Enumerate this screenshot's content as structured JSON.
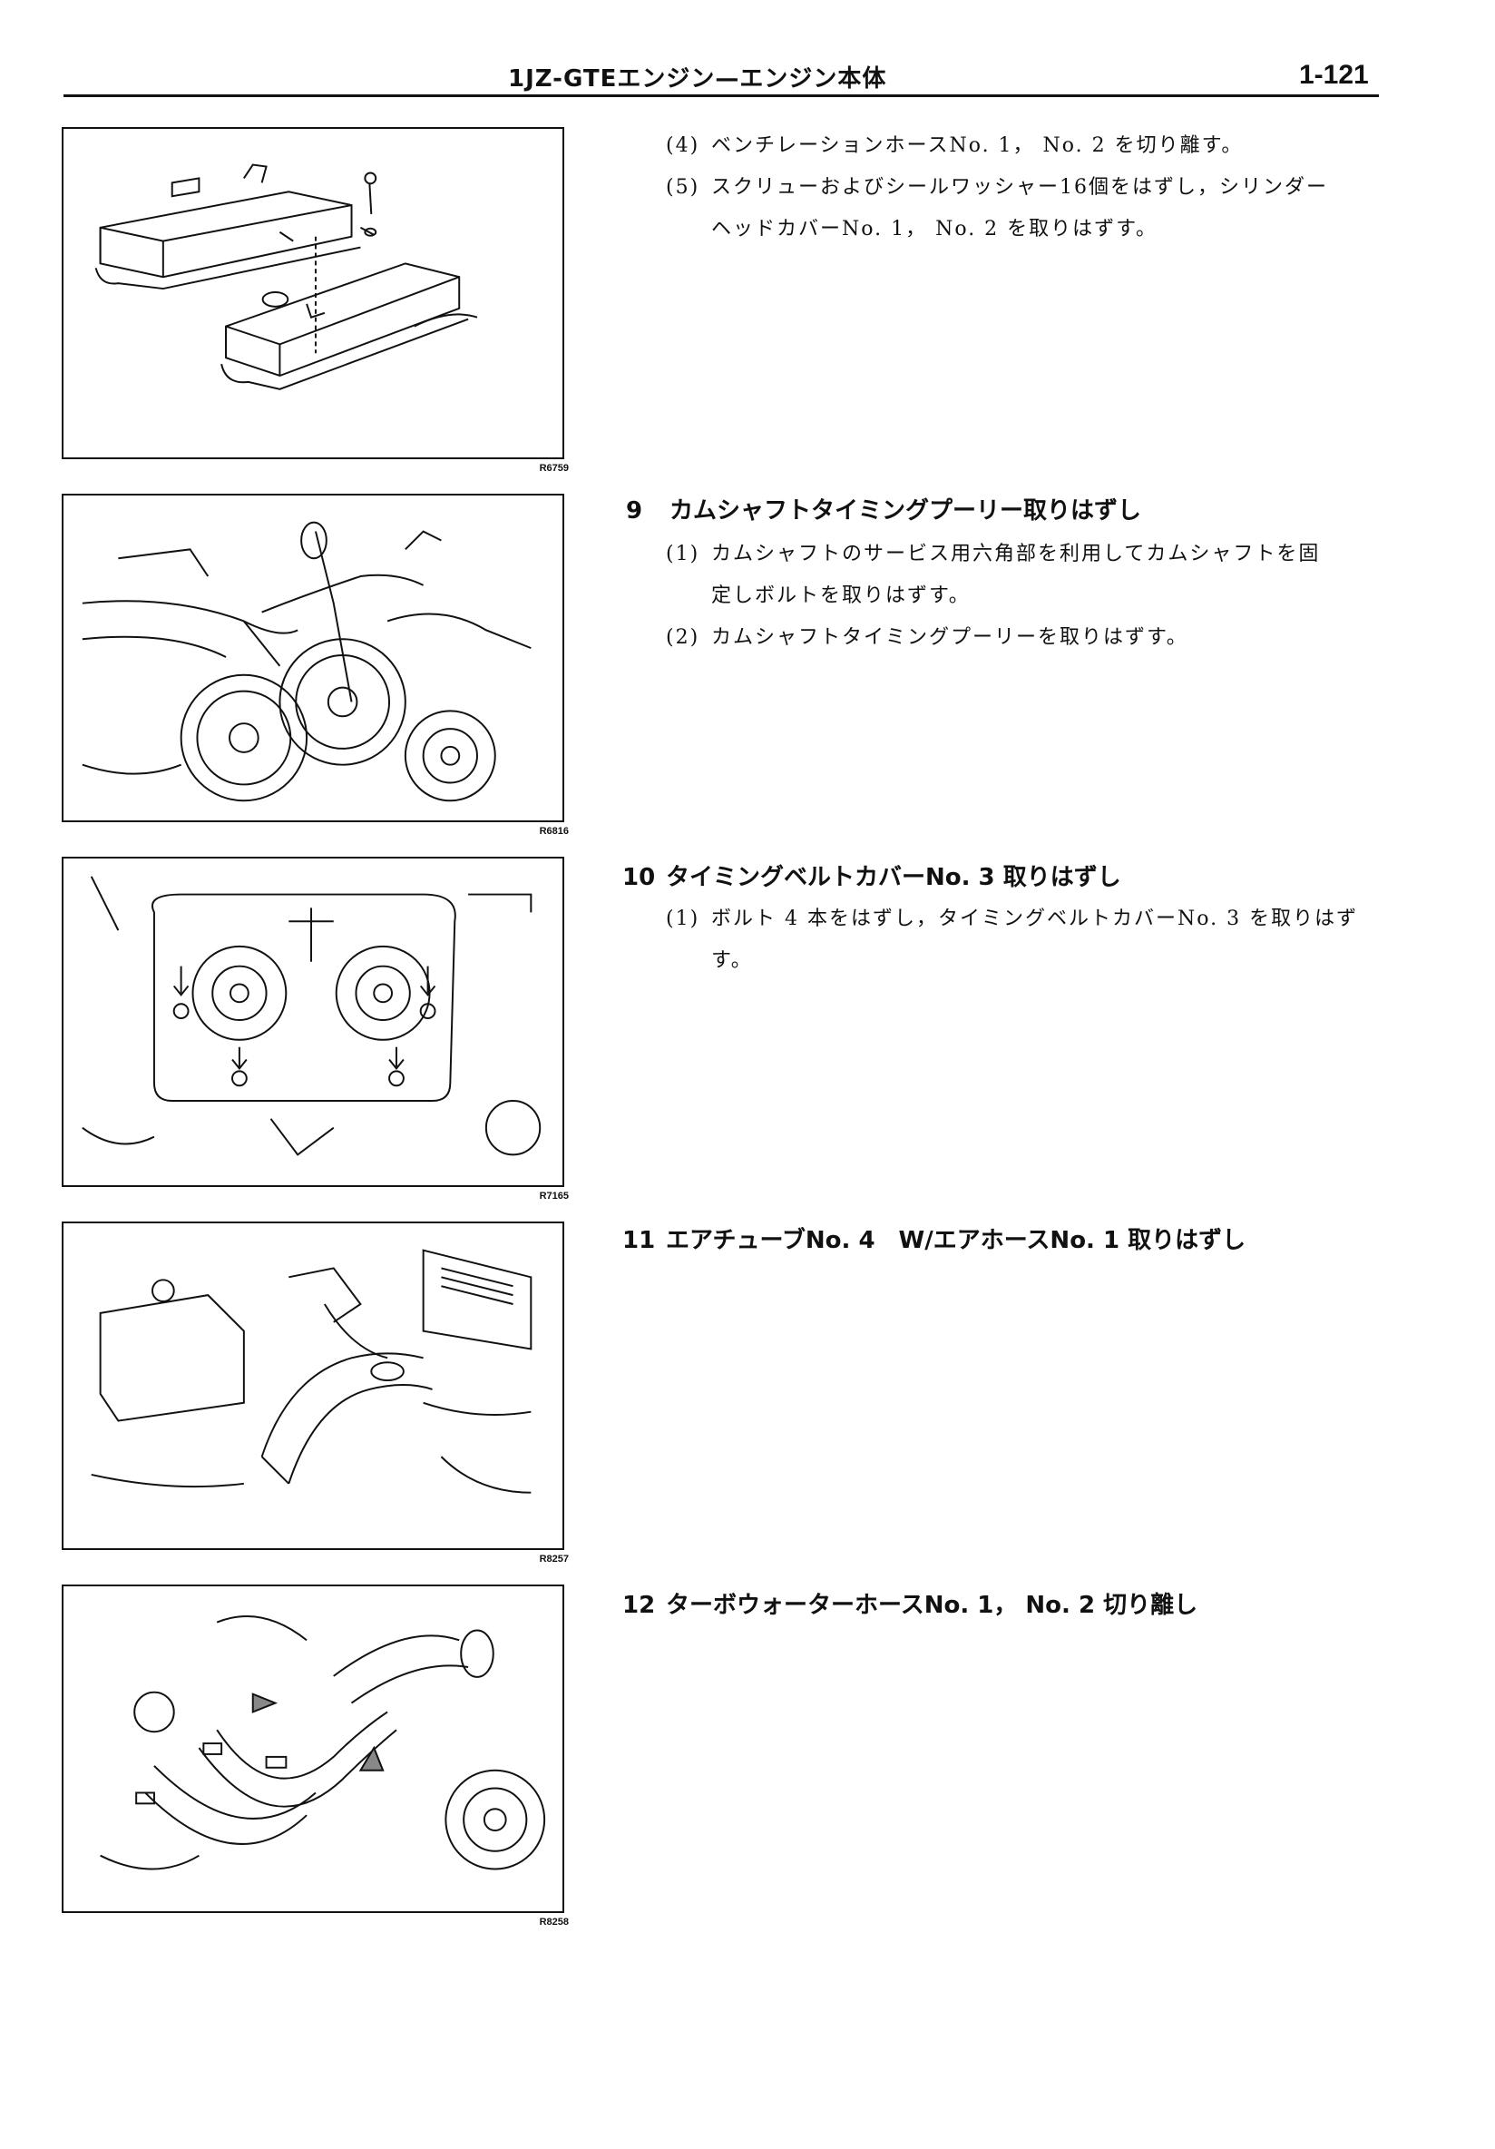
{
  "header": {
    "title": "1JZ-GTEエンジン—エンジン本体",
    "page_number": "1-121"
  },
  "figures": [
    {
      "code": "R6759"
    },
    {
      "code": "R6816"
    },
    {
      "code": "R7165"
    },
    {
      "code": "R8257"
    },
    {
      "code": "R8258"
    }
  ],
  "intro": {
    "item4": {
      "num": "(4)",
      "text": "ベンチレーションホースNo. 1， No. 2 を切り離す。"
    },
    "item5": {
      "num": "(5)",
      "text": "スクリューおよびシールワッシャー16個をはずし，シリンダー",
      "cont": "ヘッドカバーNo. 1， No. 2 を取りはずす。"
    }
  },
  "sections": [
    {
      "number": "9",
      "title": "カムシャフトタイミングプーリー取りはずし",
      "items": [
        {
          "num": "(1)",
          "text": "カムシャフトのサービス用六角部を利用してカムシャフトを固",
          "cont": "定しボルトを取りはずす。"
        },
        {
          "num": "(2)",
          "text": "カムシャフトタイミングプーリーを取りはずす。"
        }
      ]
    },
    {
      "number": "10",
      "title": "タイミングベルトカバーNo. 3 取りはずし",
      "items": [
        {
          "num": "(1)",
          "text": "ボルト 4 本をはずし，タイミングベルトカバーNo. 3 を取りはず",
          "cont": "す。"
        }
      ]
    },
    {
      "number": "11",
      "title": "エアチューブNo. 4　W/エアホースNo. 1 取りはずし"
    },
    {
      "number": "12",
      "title": "ターボウォーターホースNo. 1， No. 2 切り離し"
    }
  ]
}
